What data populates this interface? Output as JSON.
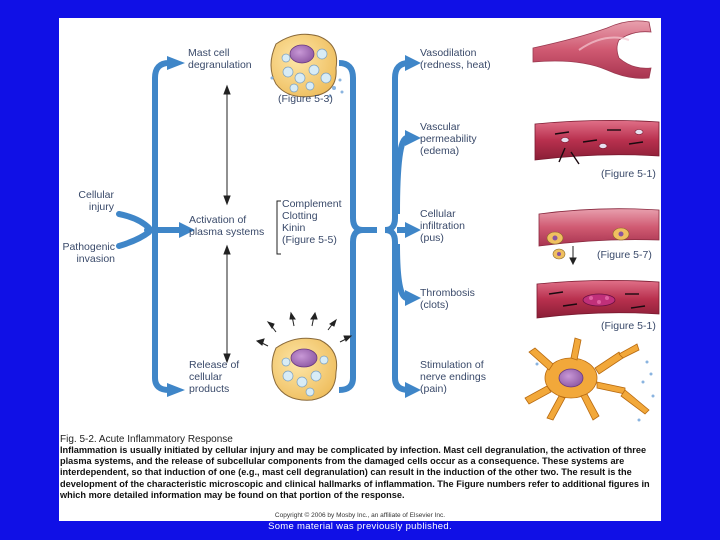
{
  "labels": {
    "cellular_injury": "Cellular\ninjury",
    "pathogenic_invasion": "Pathogenic\ninvasion",
    "mast_cell": "Mast cell\ndegranulation",
    "activation": "Activation of\nplasma systems",
    "release": "Release of\ncellular\nproducts",
    "systems": "Complement\nClotting\nKinin\n(Figure 5-5)",
    "vasodilation": "Vasodilation\n(redness, heat)",
    "vascular": "Vascular\npermeability\n(edema)",
    "cellular_infiltration": "Cellular\ninfiltration\n(pus)",
    "thrombosis": "Thrombosis\n(clots)",
    "stimulation": "Stimulation of\nnerve endings\n(pain)"
  },
  "figure_refs": {
    "mast": "(Figure 5-3)",
    "vascular": "(Figure 5-1)",
    "infiltration": "(Figure 5-7)",
    "thrombosis": "(Figure 5-1)"
  },
  "caption": {
    "title": "Fig. 5-2. Acute Inflammatory Response",
    "body": "Inflammation is usually initiated by cellular injury and may be complicated by infection. Mast cell degranulation, the activation of three plasma systems, and the release of subcellular components from the damaged cells occur as a consequence. These systems are interdependent, so that induction of one (e.g., mast cell degranulation) can result in the induction of the other two. The result is the development of the characteristic microscopic and clinical hallmarks of inflammation. The Figure numbers refer to additional figures in which more detailed information may be found on that portion of the response.",
    "copyright": "Copyright © 2006 by Mosby Inc., an affiliate of Elsevier Inc."
  },
  "footer": "Some material was previously published.",
  "colors": {
    "background": "#1010e6",
    "arrow": "#3f86c8",
    "vessel": "#c8526a",
    "cell": "#f5cf7a",
    "nucleus": "#a06ab0",
    "nerve": "#f2a83a"
  }
}
